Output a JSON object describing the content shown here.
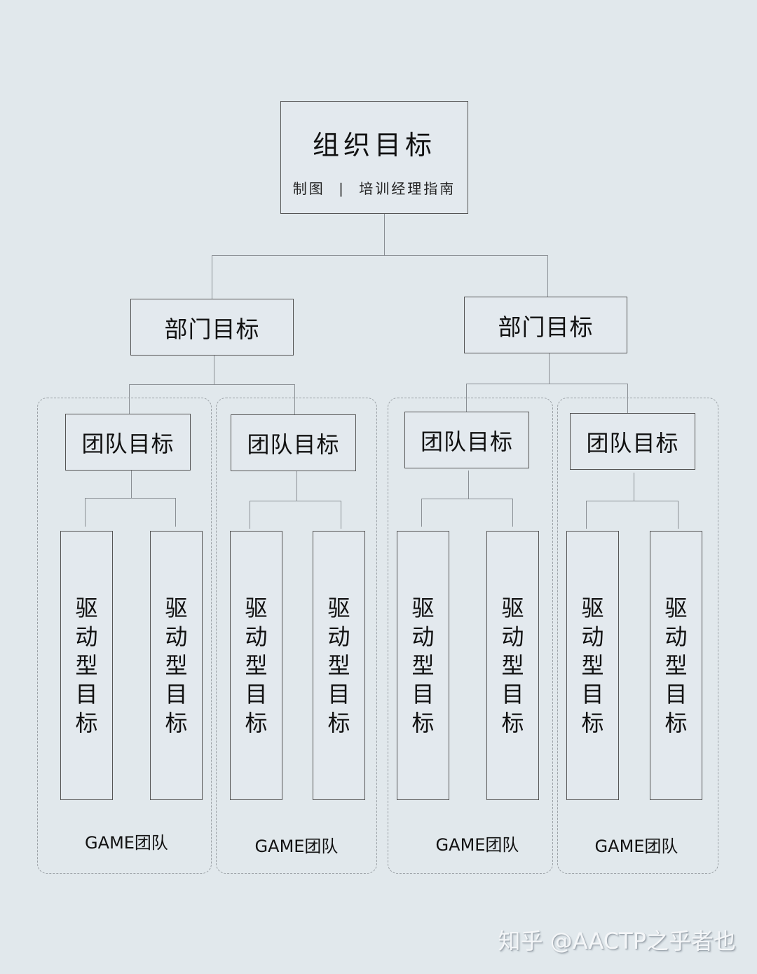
{
  "org": {
    "title": "组织目标",
    "subtitle_left": "制图",
    "subtitle_sep": "|",
    "subtitle_right": "培训经理指南"
  },
  "departments": [
    {
      "label": "部门目标"
    },
    {
      "label": "部门目标"
    }
  ],
  "teams": [
    {
      "label": "团队目标",
      "group_label": "GAME团队",
      "drivers": [
        "驱动型目标",
        "驱动型目标"
      ]
    },
    {
      "label": "团队目标",
      "group_label": "GAME团队",
      "drivers": [
        "驱动型目标",
        "驱动型目标"
      ]
    },
    {
      "label": "团队目标",
      "group_label": "GAME团队",
      "drivers": [
        "驱动型目标",
        "驱动型目标"
      ]
    },
    {
      "label": "团队目标",
      "group_label": "GAME团队",
      "drivers": [
        "驱动型目标",
        "驱动型目标"
      ]
    }
  ],
  "watermark": "知乎 @AACTP之乎者也",
  "colors": {
    "background": "#e1e8ec",
    "box_border": "#555555",
    "connector": "#8a8f94",
    "group_border": "#9aa0a5"
  }
}
